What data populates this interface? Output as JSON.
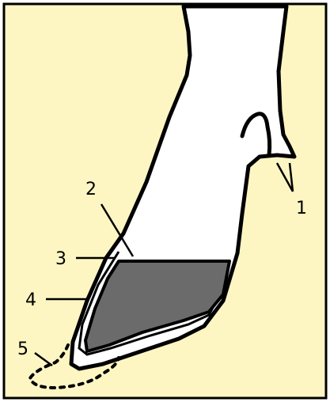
{
  "diagram": {
    "background_color": "#fdf6c3",
    "outline_color": "#000000",
    "leg_fill_color": "#ffffff",
    "pedal_bone_fill_color": "#6b6b6b",
    "labels": {
      "dewclaws": "1",
      "pedal_bone": "2",
      "hoof_wall_inner_layer": "3",
      "hoof_wall_outer_layer": "4",
      "ground_contact": "5"
    }
  }
}
